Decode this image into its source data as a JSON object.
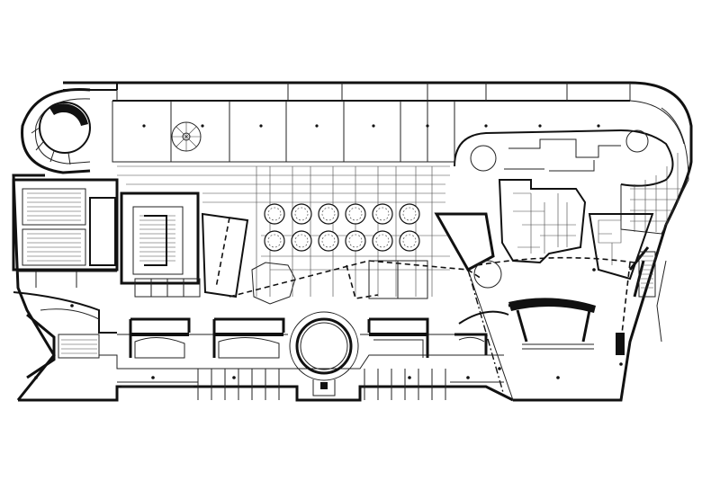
{
  "drawing": {
    "type": "architectural-floor-plan",
    "style": "black line drawing on white",
    "stroke_color": "#111111",
    "background_color": "#ffffff"
  },
  "site_plan": {
    "tree_count": 12,
    "circular_rotunda_count": 1
  }
}
